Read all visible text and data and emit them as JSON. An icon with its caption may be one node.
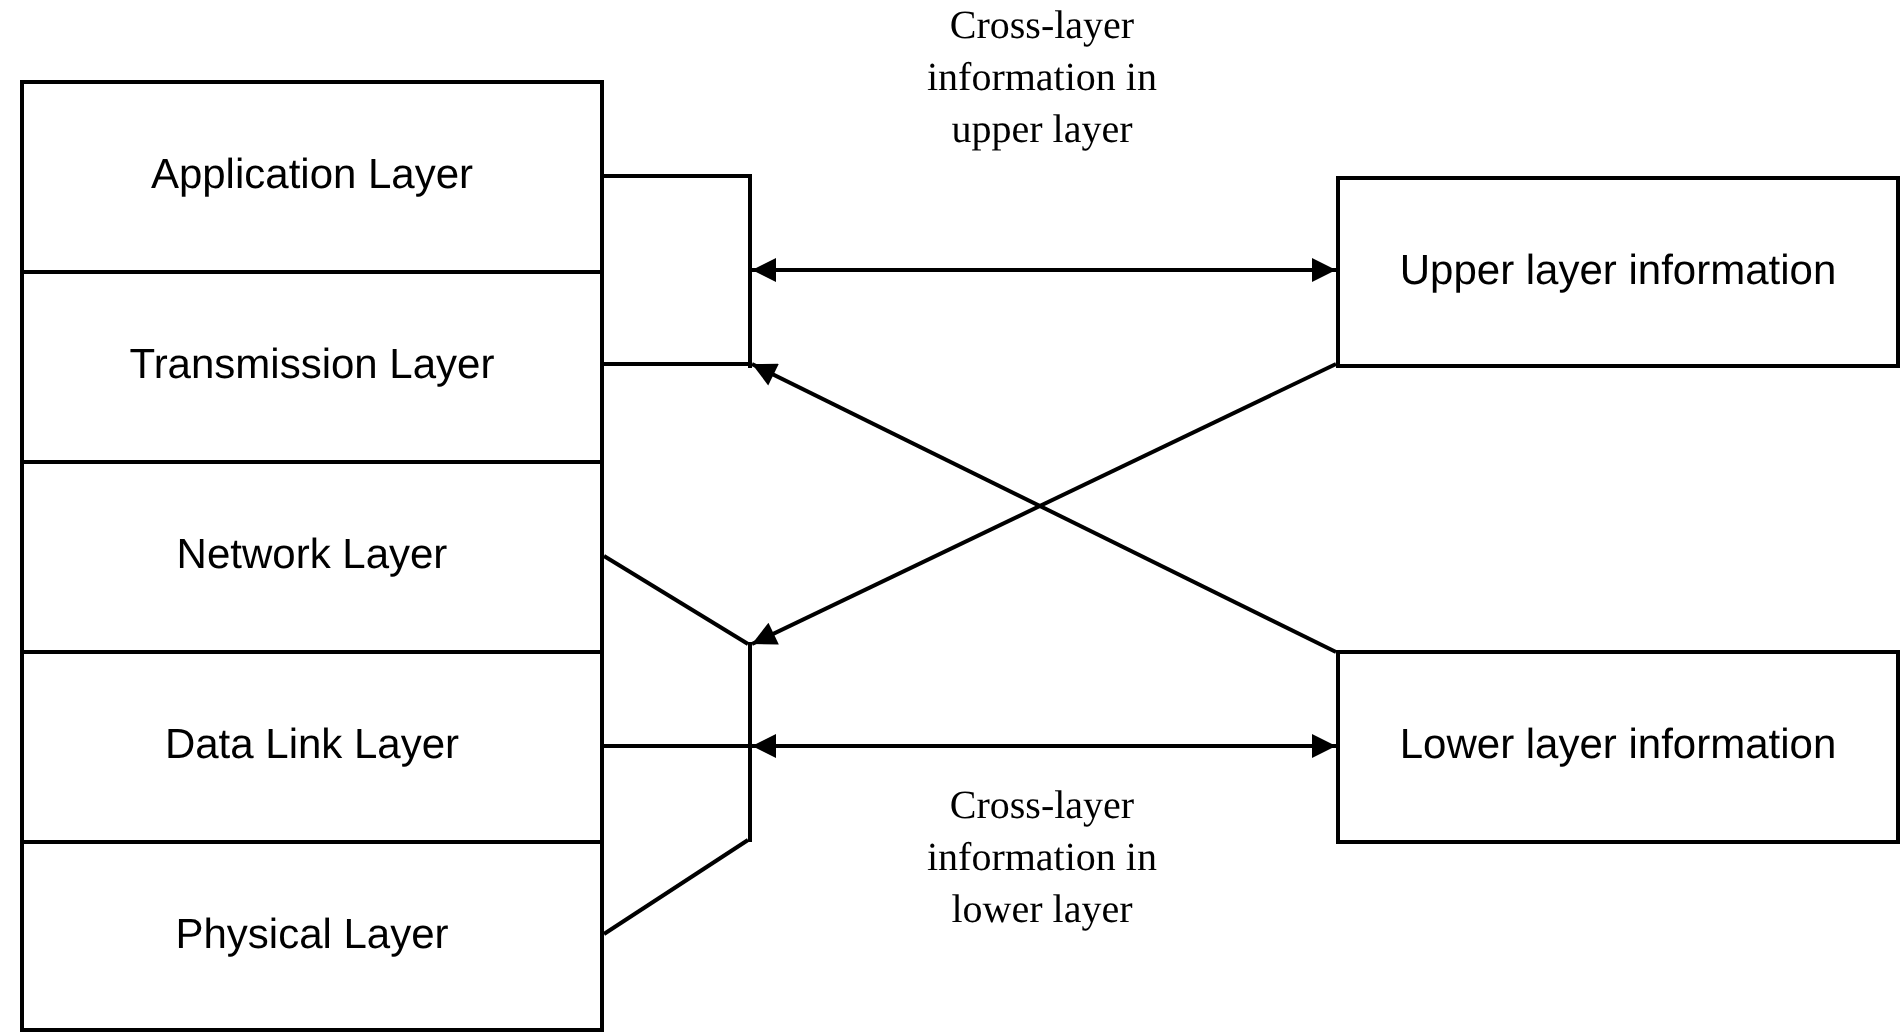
{
  "diagram": {
    "nodes": [
      {
        "text": [
          "Application Layer"
        ]
      },
      {
        "text": [
          "Transmission Layer"
        ]
      },
      {
        "text": [
          "Network Layer"
        ]
      },
      {
        "text": [
          "Data Link Layer"
        ]
      },
      {
        "text": [
          "Physical Layer"
        ]
      },
      {
        "text": [
          "Upper layer information"
        ]
      },
      {
        "text": [
          "Lower layer information"
        ]
      },
      {
        "text": [],
        "shape": "bar"
      },
      {
        "text": [],
        "shape": "bar"
      }
    ],
    "edges": [
      {
        "from": 0,
        "to": 7,
        "arrow": "none"
      },
      {
        "from": 1,
        "to": 7,
        "arrow": "none"
      },
      {
        "from": 7,
        "to": 5,
        "arrow": "both",
        "label": "Cross-layer information in upper layer"
      },
      {
        "from": 6,
        "to": 7,
        "arrow": "to"
      },
      {
        "from": 5,
        "to": 8,
        "arrow": "to"
      },
      {
        "from": 2,
        "to": 8,
        "arrow": "none"
      },
      {
        "from": 3,
        "to": 8,
        "arrow": "none"
      },
      {
        "from": 4,
        "to": 8,
        "arrow": "none"
      },
      {
        "from": 8,
        "to": 6,
        "arrow": "both",
        "label": "Cross-layer information in lower layer"
      }
    ]
  }
}
